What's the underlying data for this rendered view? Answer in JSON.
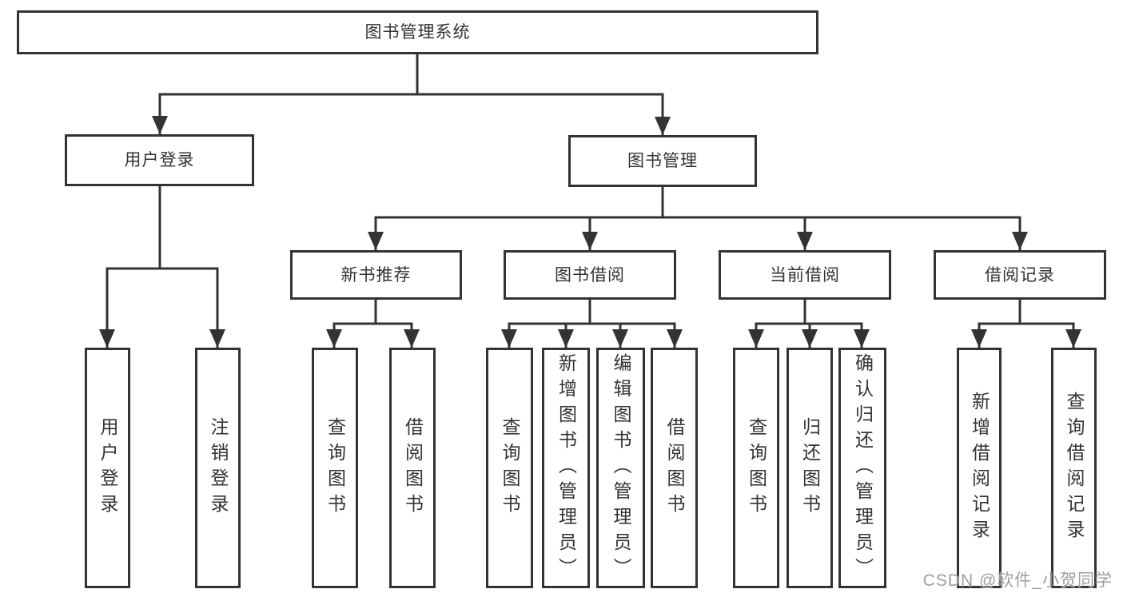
{
  "diagram": {
    "type": "tree",
    "title": "图书管理系统",
    "watermark": "CSDN @软件_小贺同学",
    "colors": {
      "line": "#333333",
      "box_border": "#333333",
      "box_fill": "#ffffff",
      "text": "#333333",
      "watermark_text": "#9e9e9e",
      "background": "#ffffff"
    },
    "root": {
      "label": "图书管理系统",
      "children": [
        "用户登录",
        "图书管理"
      ]
    },
    "level2": [
      {
        "label": "用户登录",
        "children": [
          "用户登录",
          "注销登录"
        ]
      },
      {
        "label": "图书管理",
        "children": [
          "新书推荐",
          "图书借阅",
          "当前借阅",
          "借阅记录"
        ]
      }
    ],
    "level3": [
      {
        "label": "新书推荐",
        "children": [
          "查询图书",
          "借阅图书"
        ]
      },
      {
        "label": "图书借阅",
        "children": [
          "查询图书",
          "新增图书（管理员）",
          "编辑图书（管理员）",
          "借阅图书"
        ]
      },
      {
        "label": "当前借阅",
        "children": [
          "查询图书",
          "归还图书",
          "确认归还（管理员）"
        ]
      },
      {
        "label": "借阅记录",
        "children": [
          "新增借阅记录",
          "查询借阅记录"
        ]
      }
    ],
    "leaves": [
      {
        "label": "用户登录",
        "parent": "用户登录"
      },
      {
        "label": "注销登录",
        "parent": "用户登录"
      },
      {
        "label": "查询图书",
        "parent": "新书推荐"
      },
      {
        "label": "借阅图书",
        "parent": "新书推荐"
      },
      {
        "label": "查询图书",
        "parent": "图书借阅"
      },
      {
        "label": "新增图书（管理员）",
        "parent": "图书借阅"
      },
      {
        "label": "编辑图书（管理员）",
        "parent": "图书借阅"
      },
      {
        "label": "借阅图书",
        "parent": "图书借阅"
      },
      {
        "label": "查询图书",
        "parent": "当前借阅"
      },
      {
        "label": "归还图书",
        "parent": "当前借阅"
      },
      {
        "label": "确认归还（管理员）",
        "parent": "当前借阅"
      },
      {
        "label": "新增借阅记录",
        "parent": "借阅记录"
      },
      {
        "label": "查询借阅记录",
        "parent": "借阅记录"
      }
    ]
  }
}
